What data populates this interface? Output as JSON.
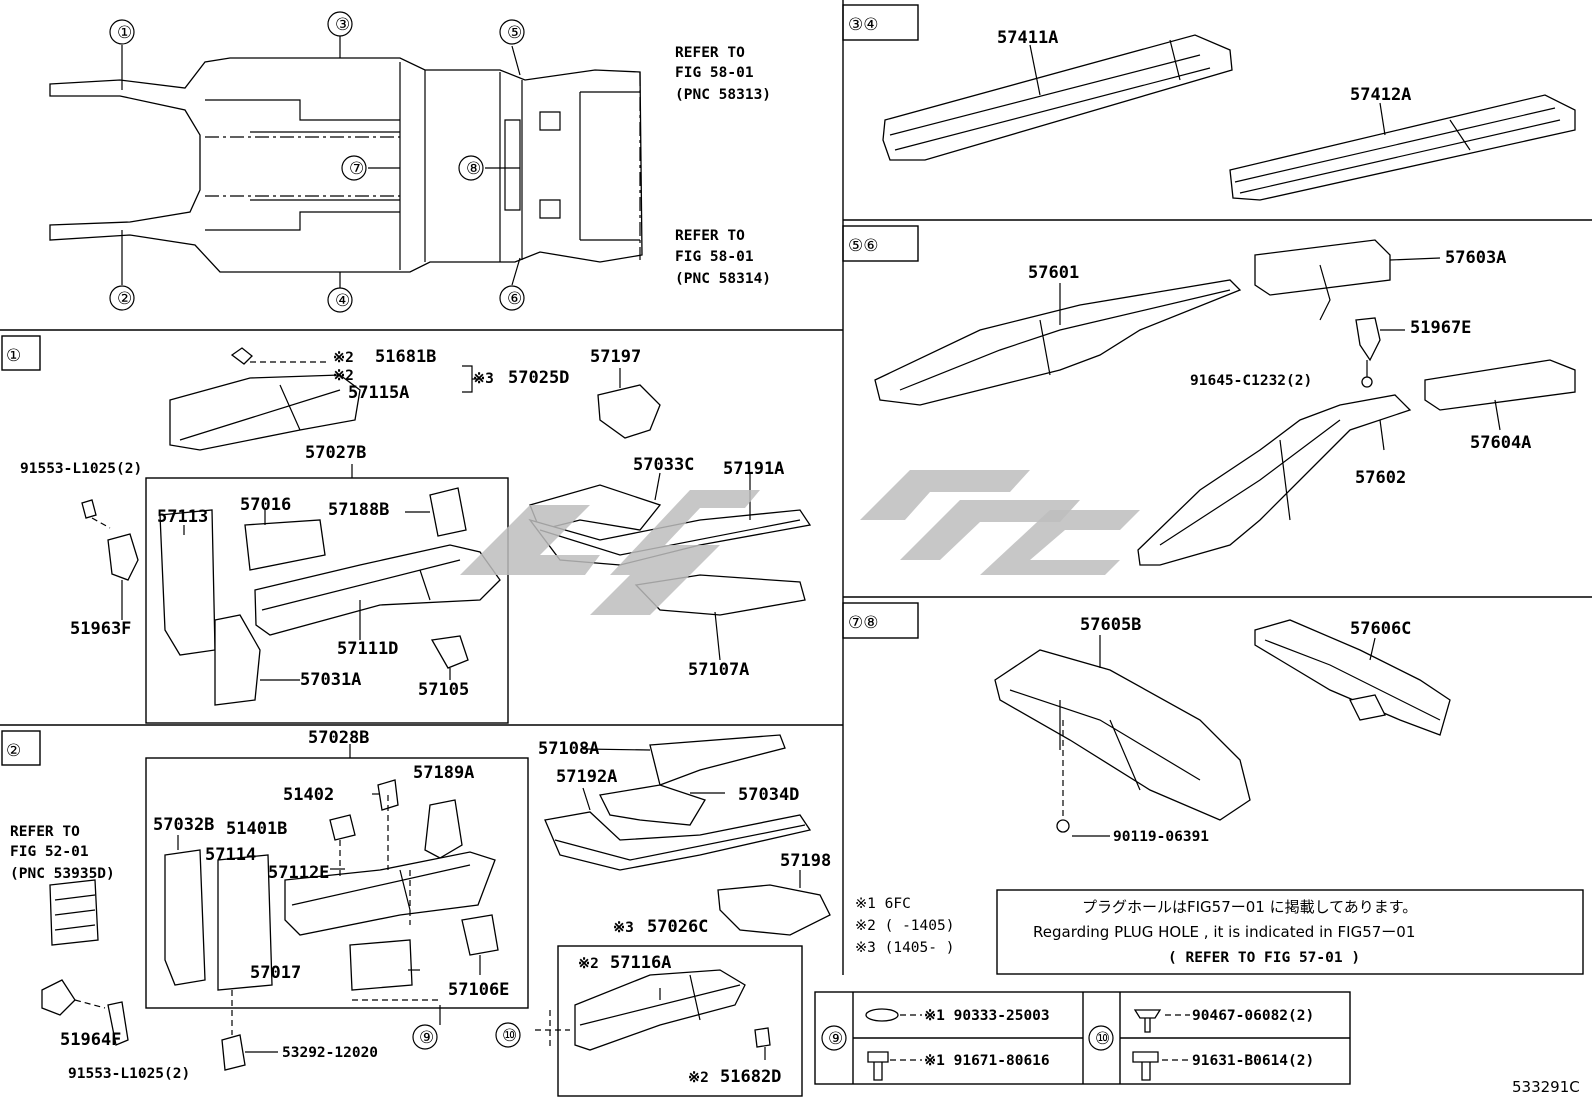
{
  "sections": {
    "overview": {
      "markers": [
        "①",
        "②",
        "③",
        "④",
        "⑤",
        "⑥",
        "⑦",
        "⑧"
      ],
      "refer_front": [
        "REFER TO",
        "FIG 58-01",
        "(PNC 58313)"
      ],
      "refer_rear": [
        "REFER TO",
        "FIG 58-01",
        "(PNC 58314)"
      ]
    },
    "s34": {
      "marker": "③④",
      "parts": [
        "57411A",
        "57412A"
      ]
    },
    "s56": {
      "marker": "⑤⑥",
      "parts": [
        "57601",
        "57603A",
        "51967E",
        "91645-C1232(2)",
        "57604A",
        "57602"
      ]
    },
    "s78": {
      "marker": "⑦⑧",
      "parts": [
        "57605B",
        "57606C",
        "90119-06391"
      ]
    },
    "s1": {
      "marker": "①",
      "parts": [
        "51681B",
        "※2",
        "※2",
        "57115A",
        "※3",
        "57025D",
        "57197",
        "57027B",
        "91553-L1025(2)",
        "57016",
        "57188B",
        "57113",
        "51963F",
        "57111D",
        "57031A",
        "57105",
        "57033C",
        "57191A",
        "57107A"
      ]
    },
    "s2": {
      "marker": "②",
      "parts": [
        "57028B",
        "57108A",
        "51402",
        "57189A",
        "57192A",
        "57034D",
        "57032B",
        "51401B",
        "57114",
        "57112E",
        "57017",
        "57106E",
        "57198",
        "57026C",
        "※3",
        "57116A",
        "※2",
        "51682D",
        "※2",
        "51964F",
        "91553-L1025(2)",
        "53292-12020",
        "⑨",
        "⑩"
      ],
      "refer": [
        "REFER TO",
        "FIG 52-01",
        "(PNC 53935D)"
      ]
    }
  },
  "notes": {
    "n1": "※1 6FC",
    "n2": "※2 (      -1405)",
    "n3": "※3 (1405-      )"
  },
  "info_box": {
    "line1": "プラグホールはFIG57ー01 に掲載してあります。",
    "line2": "Regarding PLUG HOLE , it is indicated in FIG57ー01",
    "line3": "(   REFER TO FIG 57-01   )"
  },
  "fasteners": {
    "marker9": "⑨",
    "marker10": "⑩",
    "row1_left": "※1 90333-25003",
    "row2_left": "※1 91671-80616",
    "row1_right": "90467-06082(2)",
    "row2_right": "91631-B0614(2)"
  },
  "diagram_code": "533291C"
}
